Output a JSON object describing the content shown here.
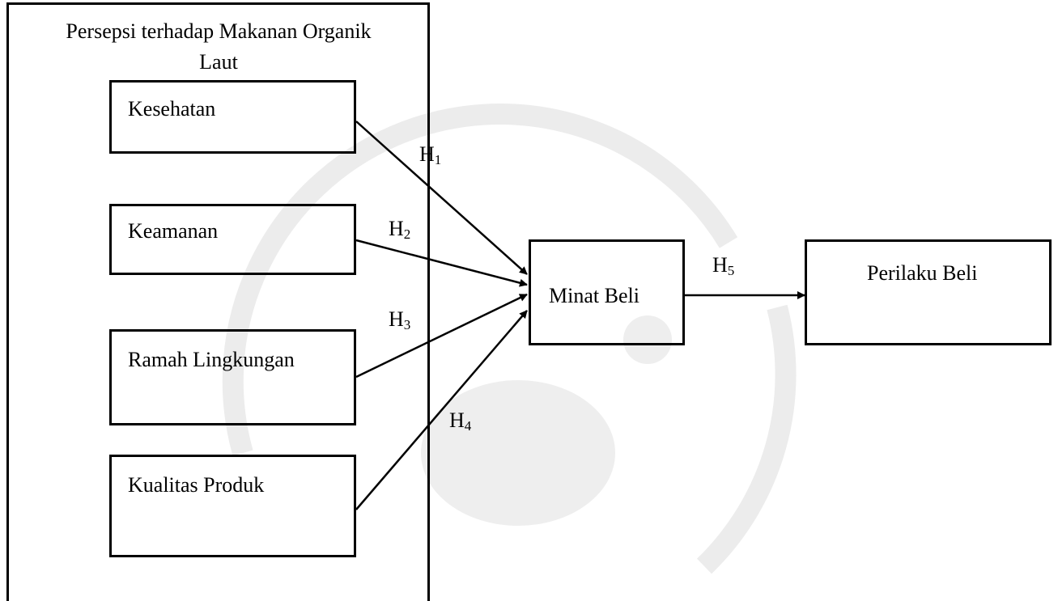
{
  "group": {
    "title_line1": "Persepsi terhadap Makanan Organik",
    "title_line2": "Laut"
  },
  "variables": {
    "kesehatan": "Kesehatan",
    "keamanan": "Keamanan",
    "ramah_lingkungan": "Ramah Lingkungan",
    "kualitas_produk": "Kualitas Produk",
    "minat_beli": "Minat Beli",
    "perilaku_beli": "Perilaku Beli"
  },
  "hypotheses": {
    "h1": {
      "letter": "H",
      "index": "1"
    },
    "h2": {
      "letter": "H",
      "index": "2"
    },
    "h3": {
      "letter": "H",
      "index": "3"
    },
    "h4": {
      "letter": "H",
      "index": "4"
    },
    "h5": {
      "letter": "H",
      "index": "5"
    }
  },
  "colors": {
    "line": "#000000",
    "watermark": "#e9e9e9"
  }
}
